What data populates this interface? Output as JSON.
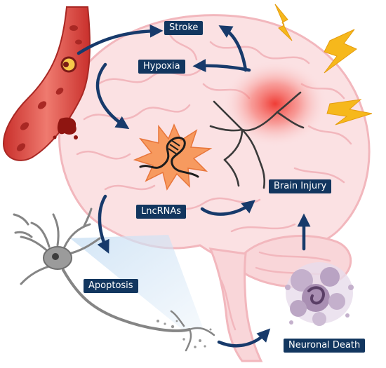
{
  "labels": {
    "stroke": "Stroke",
    "hypoxia": "Hypoxia",
    "lncrnas": "LncRNAs",
    "brain_injury": "Brain Injury",
    "apoptosis": "Apoptosis",
    "neuronal_death": "Neuronal Death"
  },
  "colors": {
    "brain_fill": "#fbe1e3",
    "brain_line": "#f2b7bd",
    "arrow": "#173a6b",
    "label_bg": "#12365f",
    "bolt": "#f6b81c",
    "burst": "#f79a5f",
    "injury_glow": "#f0322a",
    "vessel": "#d8453d",
    "neuron": "#858585",
    "dead_cells": "#a98fb3"
  },
  "icons": [
    "lightning-bolt-icon",
    "blood-vessel-icon",
    "neuron-icon",
    "rna-burst-icon",
    "dead-neuron-cluster-icon",
    "cracked-vessel-icon"
  ]
}
